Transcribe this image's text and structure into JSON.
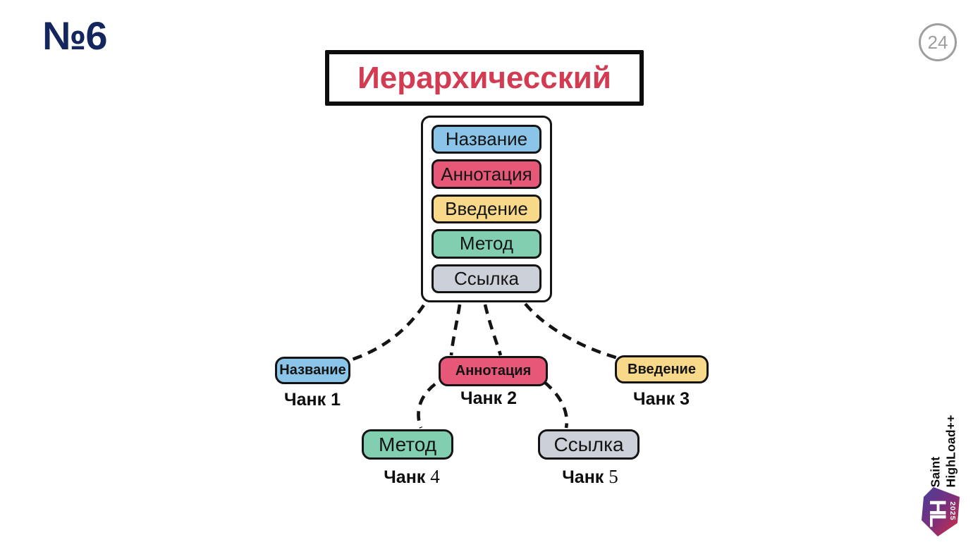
{
  "slide": {
    "number_label": "№6",
    "page_number": "24",
    "title": "Иерархичесский",
    "title_color": "#d23b52",
    "number_color": "#14265e"
  },
  "document_stack": {
    "sections": [
      {
        "label": "Название",
        "color": "#8ac4e8"
      },
      {
        "label": "Аннотация",
        "color": "#e75878"
      },
      {
        "label": "Введение",
        "color": "#f8d98a"
      },
      {
        "label": "Метод",
        "color": "#82ceb0"
      },
      {
        "label": "Ссылка",
        "color": "#ccd0d8"
      }
    ]
  },
  "chunks": [
    {
      "label": "Название",
      "caption_word": "Чанк",
      "caption_num": "1",
      "color": "#8ac4e8"
    },
    {
      "label": "Аннотация",
      "caption_word": "Чанк",
      "caption_num": "2",
      "color": "#e75878"
    },
    {
      "label": "Введение",
      "caption_word": "Чанк",
      "caption_num": "3",
      "color": "#f8d98a"
    },
    {
      "label": "Метод",
      "caption_word": "Чанк",
      "caption_num": "4",
      "color": "#82ceb0"
    },
    {
      "label": "Ссылка",
      "caption_word": "Чанк",
      "caption_num": "5",
      "color": "#ccd0d8"
    }
  ],
  "logo": {
    "brand_line1": "Saint",
    "brand_line2": "HighLoad++",
    "monogram": "HL",
    "year": "2025",
    "gradient_start": "#463f9b",
    "gradient_end": "#d62f40"
  }
}
